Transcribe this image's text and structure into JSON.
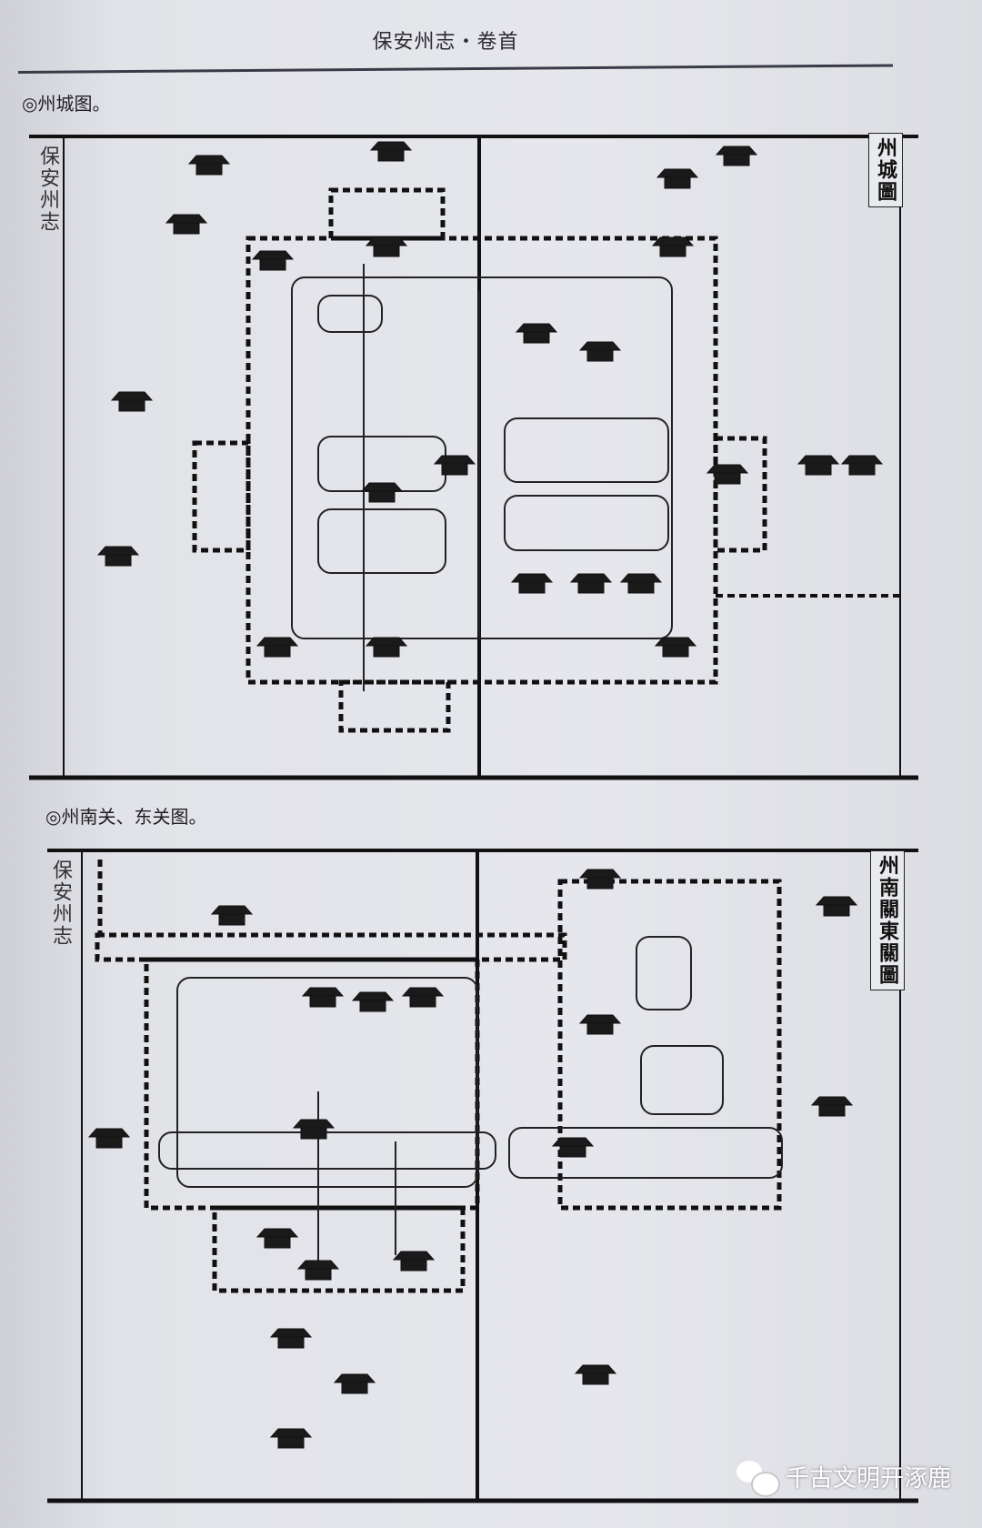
{
  "header": {
    "title": "保安州志・卷首"
  },
  "sections": [
    {
      "caption": "◎州城图。",
      "side_title": "州城圖",
      "margin_text": "保安州志"
    },
    {
      "caption": "◎州南关、东关图。",
      "side_title": "州南關東關圖",
      "margin_text": "保安州志"
    }
  ],
  "watermark": {
    "icon": "wechat-icon",
    "text": "千古文明开涿鹿"
  }
}
